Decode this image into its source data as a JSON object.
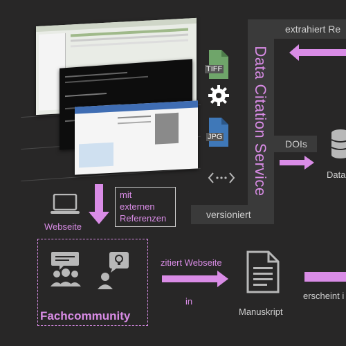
{
  "service": {
    "title": "Data Citation Service"
  },
  "labels": {
    "extracts": "extrahiert Re",
    "dois": "DOIs",
    "data": "Data",
    "versioned": "versioniert",
    "website": "Webseite",
    "external_refs": [
      "mit",
      "externen",
      "Referenzen"
    ],
    "community": "Fachcommunity",
    "cites_website": "zitiert Webseite",
    "in": "in",
    "manuscript": "Manuskript",
    "appears": "erscheint i"
  },
  "file_icons": {
    "tiff": "TIFF",
    "jpg": "JPG"
  },
  "icons": [
    "tiff-file-icon",
    "gear-icon",
    "jpg-file-icon",
    "embed-code-icon",
    "laptop-icon",
    "database-icon",
    "audience-icon",
    "speaker-idea-icon",
    "document-icon"
  ],
  "colors": {
    "accent": "#d98ce6",
    "background": "#282727",
    "band": "#3a3a3a",
    "icon_gray": "#b8b8b8",
    "file_green": "#6fa56a"
  }
}
